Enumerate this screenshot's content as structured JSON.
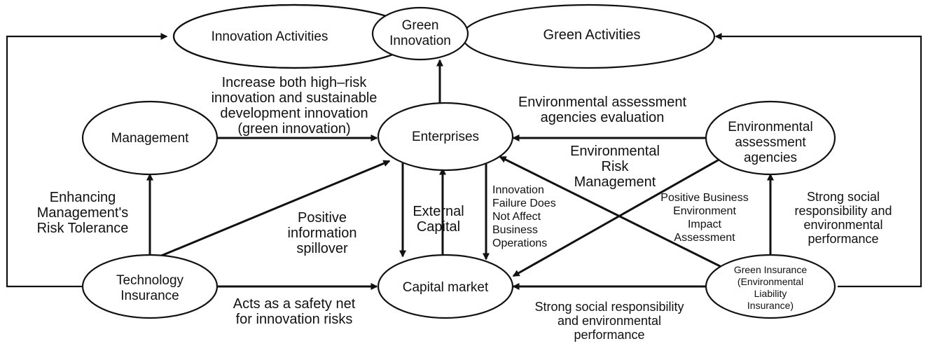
{
  "nodes": {
    "innovation_activities": "Innovation Activities",
    "green_innovation": [
      "Green",
      "Innovation"
    ],
    "green_activities": "Green Activities",
    "management": "Management",
    "enterprises": "Enterprises",
    "environmental_agencies": [
      "Environmental",
      "assessment",
      "agencies"
    ],
    "technology_insurance": [
      "Technology",
      "Insurance"
    ],
    "capital_market": "Capital market",
    "green_insurance": [
      "Green Insurance",
      "(Environmental",
      "Liability",
      "Insurance)"
    ]
  },
  "edge_labels": {
    "management_to_enterprises": [
      "Increase both high–risk",
      "innovation and sustainable",
      "development innovation",
      "(green innovation)"
    ],
    "agencies_evaluation": [
      "Environmental assessment",
      "agencies evaluation"
    ],
    "environmental_risk_management": [
      "Environmental",
      "Risk",
      "Management"
    ],
    "risk_tolerance": [
      "Enhancing",
      "Management's",
      "Risk Tolerance"
    ],
    "information_spillover": [
      "Positive",
      "information",
      "spillover"
    ],
    "external_capital": [
      "External",
      "Capital"
    ],
    "innovation_failure": [
      "Innovation",
      "Failure Does",
      "Not Affect",
      "Business",
      "Operations"
    ],
    "business_environment": [
      "Positive Business",
      "Environment",
      "Impact",
      "Assessment"
    ],
    "social_responsibility_right": [
      "Strong social",
      "responsibility and",
      "environmental",
      "performance"
    ],
    "safety_net": [
      "Acts as a safety net",
      "for innovation risks"
    ],
    "social_responsibility_bottom": [
      "Strong social responsibility",
      "and environmental",
      "performance"
    ]
  }
}
